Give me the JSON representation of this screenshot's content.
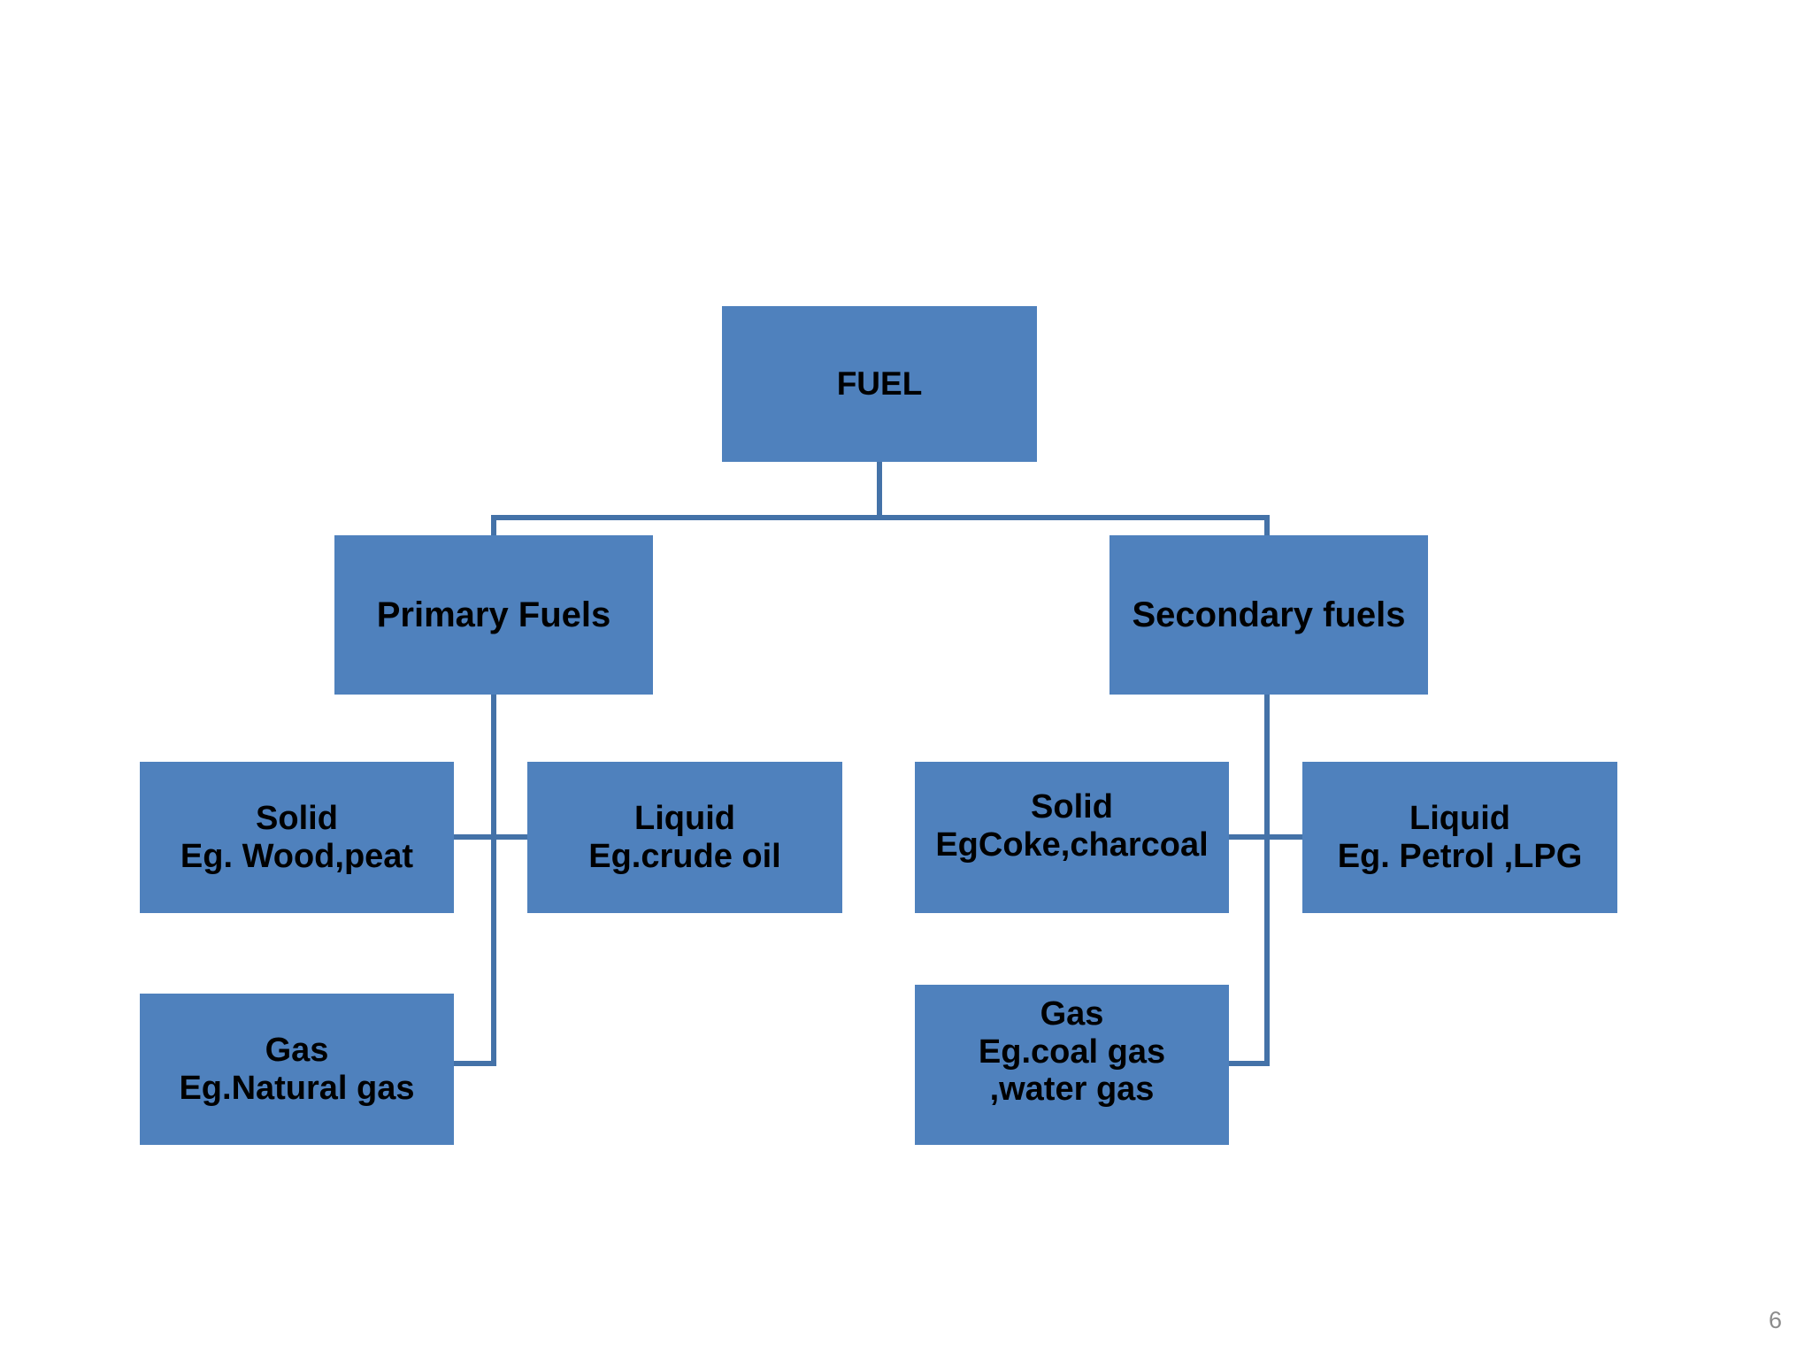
{
  "slide": {
    "page_number": "6",
    "background_color": "#FFFFFF",
    "box_fill_color": "#4F81BD",
    "connector_color": "#4472A8",
    "text_color": "#000000",
    "page_number_color": "#8C8C8C"
  },
  "diagram": {
    "type": "tree",
    "root": {
      "label": "FUEL"
    },
    "level1": [
      {
        "label": "Primary Fuels"
      },
      {
        "label": "Secondary fuels"
      }
    ],
    "primary_children": [
      {
        "label": "Solid\nEg. Wood,peat"
      },
      {
        "label": "Liquid\nEg.crude oil"
      },
      {
        "label": "Gas\nEg.Natural gas"
      }
    ],
    "secondary_children": [
      {
        "label": "Solid\nEgCoke,charcoal"
      },
      {
        "label": "Liquid\nEg. Petrol ,LPG"
      },
      {
        "label": "Gas\nEg.coal gas\n,water gas"
      }
    ]
  }
}
